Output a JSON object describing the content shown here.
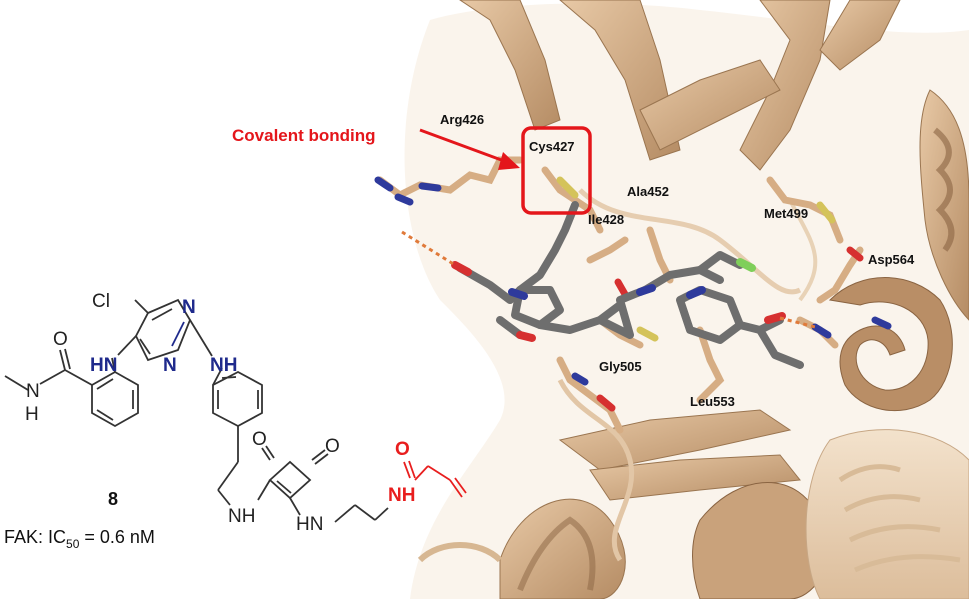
{
  "callout": {
    "label": "Covalent bonding",
    "color": "#e4161b"
  },
  "residues": [
    {
      "label": "Arg426"
    },
    {
      "label": "Cys427"
    },
    {
      "label": "Ile428"
    },
    {
      "label": "Ala452"
    },
    {
      "label": "Met499"
    },
    {
      "label": "Asp564"
    },
    {
      "label": "Gly505"
    },
    {
      "label": "Leu553"
    }
  ],
  "compound": {
    "number": "8",
    "activity_prefix": "FAK: IC",
    "activity_subscript": "50",
    "activity_suffix": " = 0.6 nM",
    "atoms": {
      "cl": "Cl",
      "n1": "N",
      "n2": "N",
      "nh_left": "HN",
      "nh_right": "NH",
      "o_amide": "O",
      "n_amide": "N",
      "h_amide": "H",
      "o_sq1": "O",
      "o_sq2": "O",
      "nh_sq1": "NH",
      "nh_sq2": "HN",
      "o_acryl": "O",
      "nh_acryl": "NH"
    }
  },
  "colors": {
    "protein": "#d9b48f",
    "protein_dark": "#b38a63",
    "ligand": "#6e6e6e",
    "nitrogen": "#1f2a8c",
    "acrylamide": "#e81e1e",
    "hbond": "#e07a3a"
  }
}
